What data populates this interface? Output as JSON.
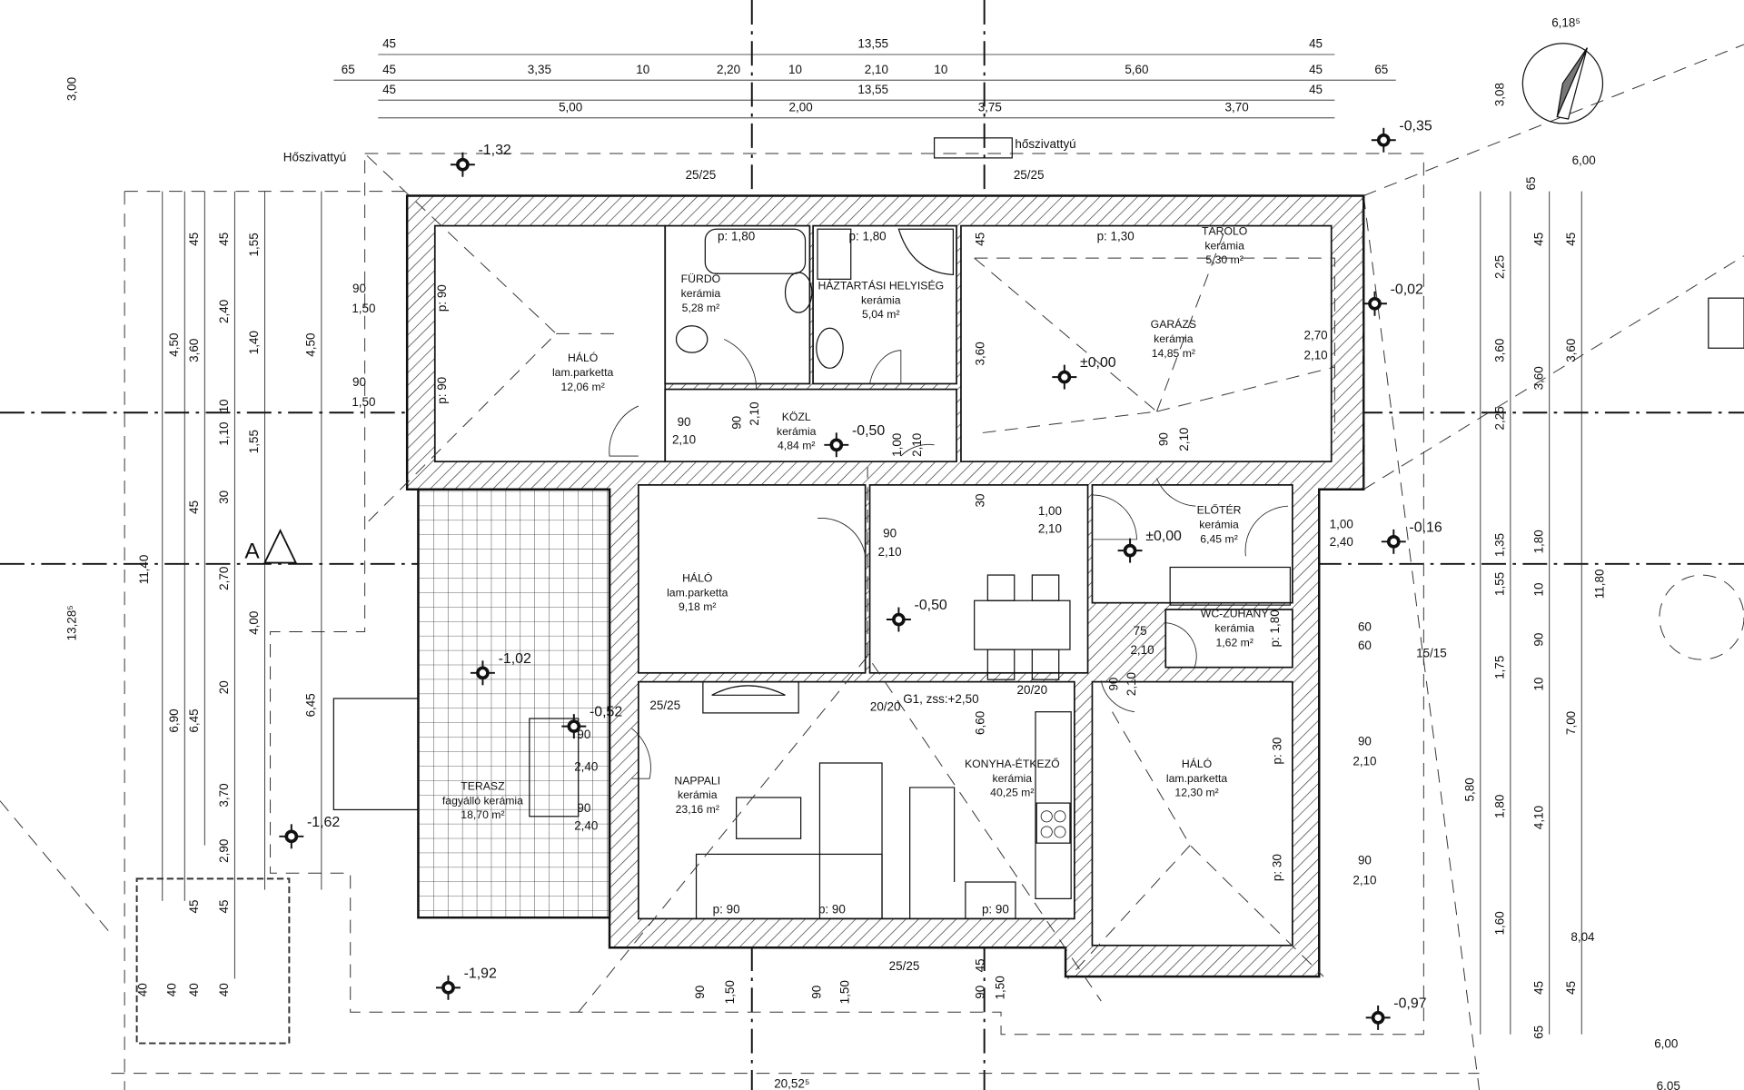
{
  "drawing": {
    "section_mark": "A",
    "north_arrow_icon": "north-arrow-icon",
    "wall_color": "#111111",
    "background": "#ffffff"
  },
  "rooms": [
    {
      "name": "HÁLÓ",
      "floor": "lam.parketta",
      "area": "12,06 m²"
    },
    {
      "name": "FÜRDŐ",
      "floor": "kerámia",
      "area": "5,28 m²"
    },
    {
      "name": "HÁZTARTÁSI HELYISÉG",
      "floor": "kerámia",
      "area": "5,04 m²"
    },
    {
      "name": "KÖZL",
      "floor": "kerámia",
      "area": "4,84 m²"
    },
    {
      "name": "GARÁZS",
      "floor": "kerámia",
      "area": "14,85 m²"
    },
    {
      "name": "TÁROLÓ",
      "floor": "kerámia",
      "area": "5,30 m²"
    },
    {
      "name": "HÁLÓ",
      "floor": "lam.parketta",
      "area": "9,18 m²"
    },
    {
      "name": "ELŐTÉR",
      "floor": "kerámia",
      "area": "6,45 m²"
    },
    {
      "name": "WC-ZUHANY",
      "floor": "kerámia",
      "area": "1,62 m²"
    },
    {
      "name": "NAPPALI",
      "floor": "kerámia",
      "area": "23,16 m²"
    },
    {
      "name": "KONYHA-ÉTKEZŐ",
      "floor": "kerámia",
      "area": "40,25 m²"
    },
    {
      "name": "HÁLÓ",
      "floor": "lam.parketta",
      "area": "12,30 m²"
    },
    {
      "name": "TERASZ",
      "floor": "fagyálló kerámia",
      "area": "18,70 m²"
    }
  ],
  "levels": [
    "-1,32",
    "-0,35",
    "-0,02",
    "±0,00",
    "-0,50",
    "-0,50",
    "±0,00",
    "-0,16",
    "-1,02",
    "-0,52",
    "-1,62",
    "-1,92",
    "-0,97"
  ],
  "dims": [
    "45",
    "13,55",
    "45",
    "65",
    "45",
    "3,35",
    "10",
    "2,20",
    "10",
    "2,10",
    "10",
    "5,60",
    "45",
    "65",
    "45",
    "13,55",
    "45",
    "5,00",
    "2,00",
    "3,75",
    "3,70",
    "6,18⁵",
    "3,08",
    "6,00",
    "3,00",
    "20,52⁵",
    "6,00",
    "6,05",
    "8,04",
    "4,50",
    "11,40",
    "6,90",
    "13,28⁵",
    "45",
    "3,60",
    "45",
    "6,45",
    "45",
    "2,40",
    "10",
    "1,10",
    "30",
    "2,70",
    "20",
    "3,70",
    "2,90",
    "1,55",
    "1,40",
    "1,55",
    "4,00",
    "4,50",
    "6,45",
    "2,25",
    "3,60",
    "2,25",
    "1,35",
    "1,55",
    "1,75",
    "1,80",
    "5,80",
    "1,60",
    "3,60",
    "3,60",
    "1,80",
    "10",
    "90",
    "10",
    "4,10",
    "7,00",
    "11,80",
    "45",
    "45",
    "65",
    "65",
    "45",
    "45",
    "90",
    "1,50",
    "90",
    "1,50",
    "90",
    "1,50",
    "45",
    "3,60",
    "6,60",
    "45",
    "30",
    "45",
    "45",
    "40",
    "40",
    "40",
    "40"
  ],
  "openings": [
    "p: 1,80",
    "p: 1,80",
    "p: 1,30",
    "p: 90",
    "p: 90",
    "90",
    "1,50",
    "90",
    "1,50",
    "90",
    "2,10",
    "2,70",
    "2,10",
    "1,00",
    "2,10",
    "90",
    "2,10",
    "1,00",
    "2,40",
    "75",
    "2,10",
    "60",
    "60",
    "90",
    "2,40",
    "90",
    "2,40",
    "90",
    "2,10",
    "90",
    "2,10",
    "p: 90",
    "p: 90",
    "p: 90",
    "p: 30",
    "p: 30",
    "90",
    "2,10",
    "1,00",
    "2,10",
    "90",
    "2,10",
    "90",
    "2,10",
    "p: 1,80"
  ],
  "notes": [
    "25/25",
    "25/25",
    "25/25",
    "25/25",
    "20/20",
    "20/20",
    "15/15",
    "G1, zss:+2,50",
    "Hőszivattyú",
    "hőszivattyú"
  ]
}
